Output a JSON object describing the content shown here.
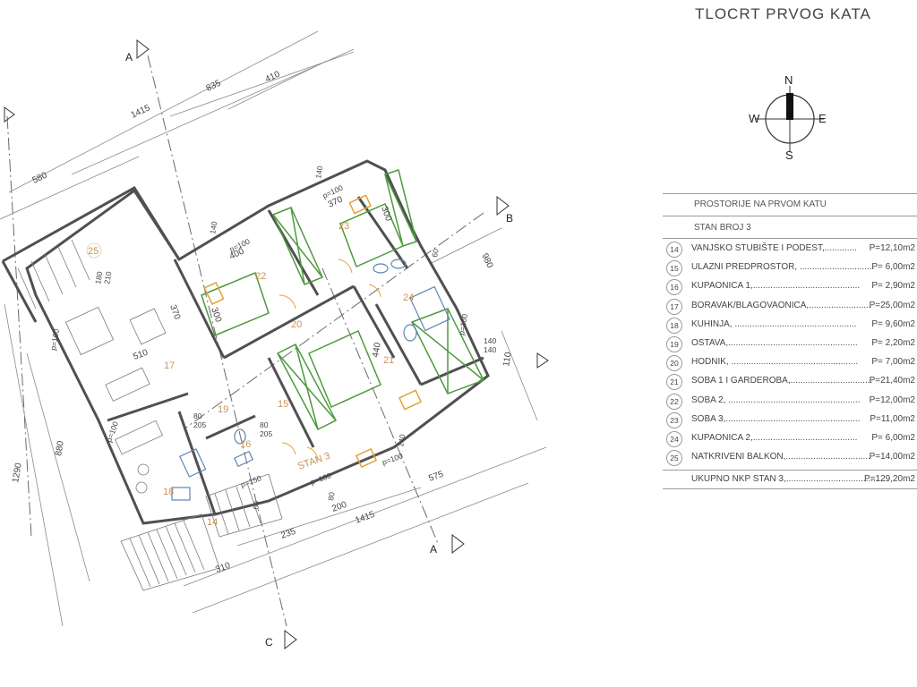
{
  "title": "TLOCRT PRVOG KATA",
  "compass": {
    "n": "N",
    "s": "S",
    "e": "E",
    "w": "W"
  },
  "sections": {
    "a_top": "A",
    "a_bottom": "A",
    "b": "B",
    "c": "C"
  },
  "dimensions": {
    "d1415_top": "1415",
    "d835": "835",
    "d410": "410",
    "d580": "580",
    "d980": "980",
    "d1290": "1290",
    "d880": "880",
    "d575": "575",
    "d200": "200",
    "d1415_bottom": "1415",
    "d235": "235",
    "d310": "310",
    "d510": "510",
    "d370_left": "370",
    "d400": "400",
    "d370_top": "370",
    "d440": "440",
    "d300_a": "300",
    "d300_b": "300",
    "d110": "110"
  },
  "openings": {
    "p1": "p=100",
    "p2": "p=100",
    "p3": "p=100",
    "p4": "p=100",
    "p5": "p=100",
    "p6": "p=100",
    "p7": "p=150",
    "p8": "p=100",
    "o1": "140",
    "o2": "140",
    "o3": "60",
    "o4": "140",
    "o5": "140",
    "o6": "180",
    "o7": "210",
    "o8": "80",
    "o9": "205",
    "o10": "80",
    "o11": "205",
    "o12": "60",
    "o13": "80",
    "o14": "140"
  },
  "room_labels": {
    "r14": "14",
    "r15": "15",
    "r16": "16",
    "r17": "17",
    "r18": "18",
    "r19": "19",
    "r20": "20",
    "r21": "21",
    "r22": "22",
    "r23": "23",
    "r24": "24",
    "r25": "25",
    "stan": "STAN 3"
  },
  "legend": {
    "header": "PROSTORIJE NA PRVOM KATU",
    "subheader": "STAN BROJ 3",
    "rows": [
      {
        "num": "14",
        "name": "VANJSKO STUBIŠTE I PODEST,.............",
        "area": "P=12,10m2"
      },
      {
        "num": "15",
        "name": "ULAZNI PREDPROSTOR, ..............................",
        "area": "P= 6,00m2"
      },
      {
        "num": "16",
        "name": "KUPAONICA 1,...........................................",
        "area": "P= 2,90m2"
      },
      {
        "num": "17",
        "name": "BORAVAK/BLAGOVAONICA,.........................",
        "area": "P=25,00m2"
      },
      {
        "num": "18",
        "name": "KUHINJA, .................................................",
        "area": "P= 9,60m2"
      },
      {
        "num": "19",
        "name": "OSTAVA,....................................................",
        "area": "P= 2,20m2"
      },
      {
        "num": "20",
        "name": "HODNIK, ...................................................",
        "area": "P= 7,00m2"
      },
      {
        "num": "21",
        "name": "SOBA 1 I GARDEROBA,.................................",
        "area": "P=21,40m2"
      },
      {
        "num": "22",
        "name": "SOBA 2, .....................................................",
        "area": "P=12,00m2"
      },
      {
        "num": "23",
        "name": "SOBA 3,......................................................",
        "area": "P=11,00m2"
      },
      {
        "num": "24",
        "name": "KUPAONICA 2,..........................................",
        "area": "P= 6,00m2"
      },
      {
        "num": "25",
        "name": "NATKRIVENI BALKON,..................................",
        "area": "P=14,00m2"
      }
    ],
    "total_name": "UKUPNO NKP STAN 3,.........................................",
    "total_area": "P=129,20m2"
  },
  "colors": {
    "wall": "#5a5a5a",
    "line": "#777777",
    "room_label": "#c8955a",
    "furniture_green": "#4e9a3e",
    "furniture_orange": "#e2a23c",
    "fixture_blue": "#5b86b8"
  }
}
